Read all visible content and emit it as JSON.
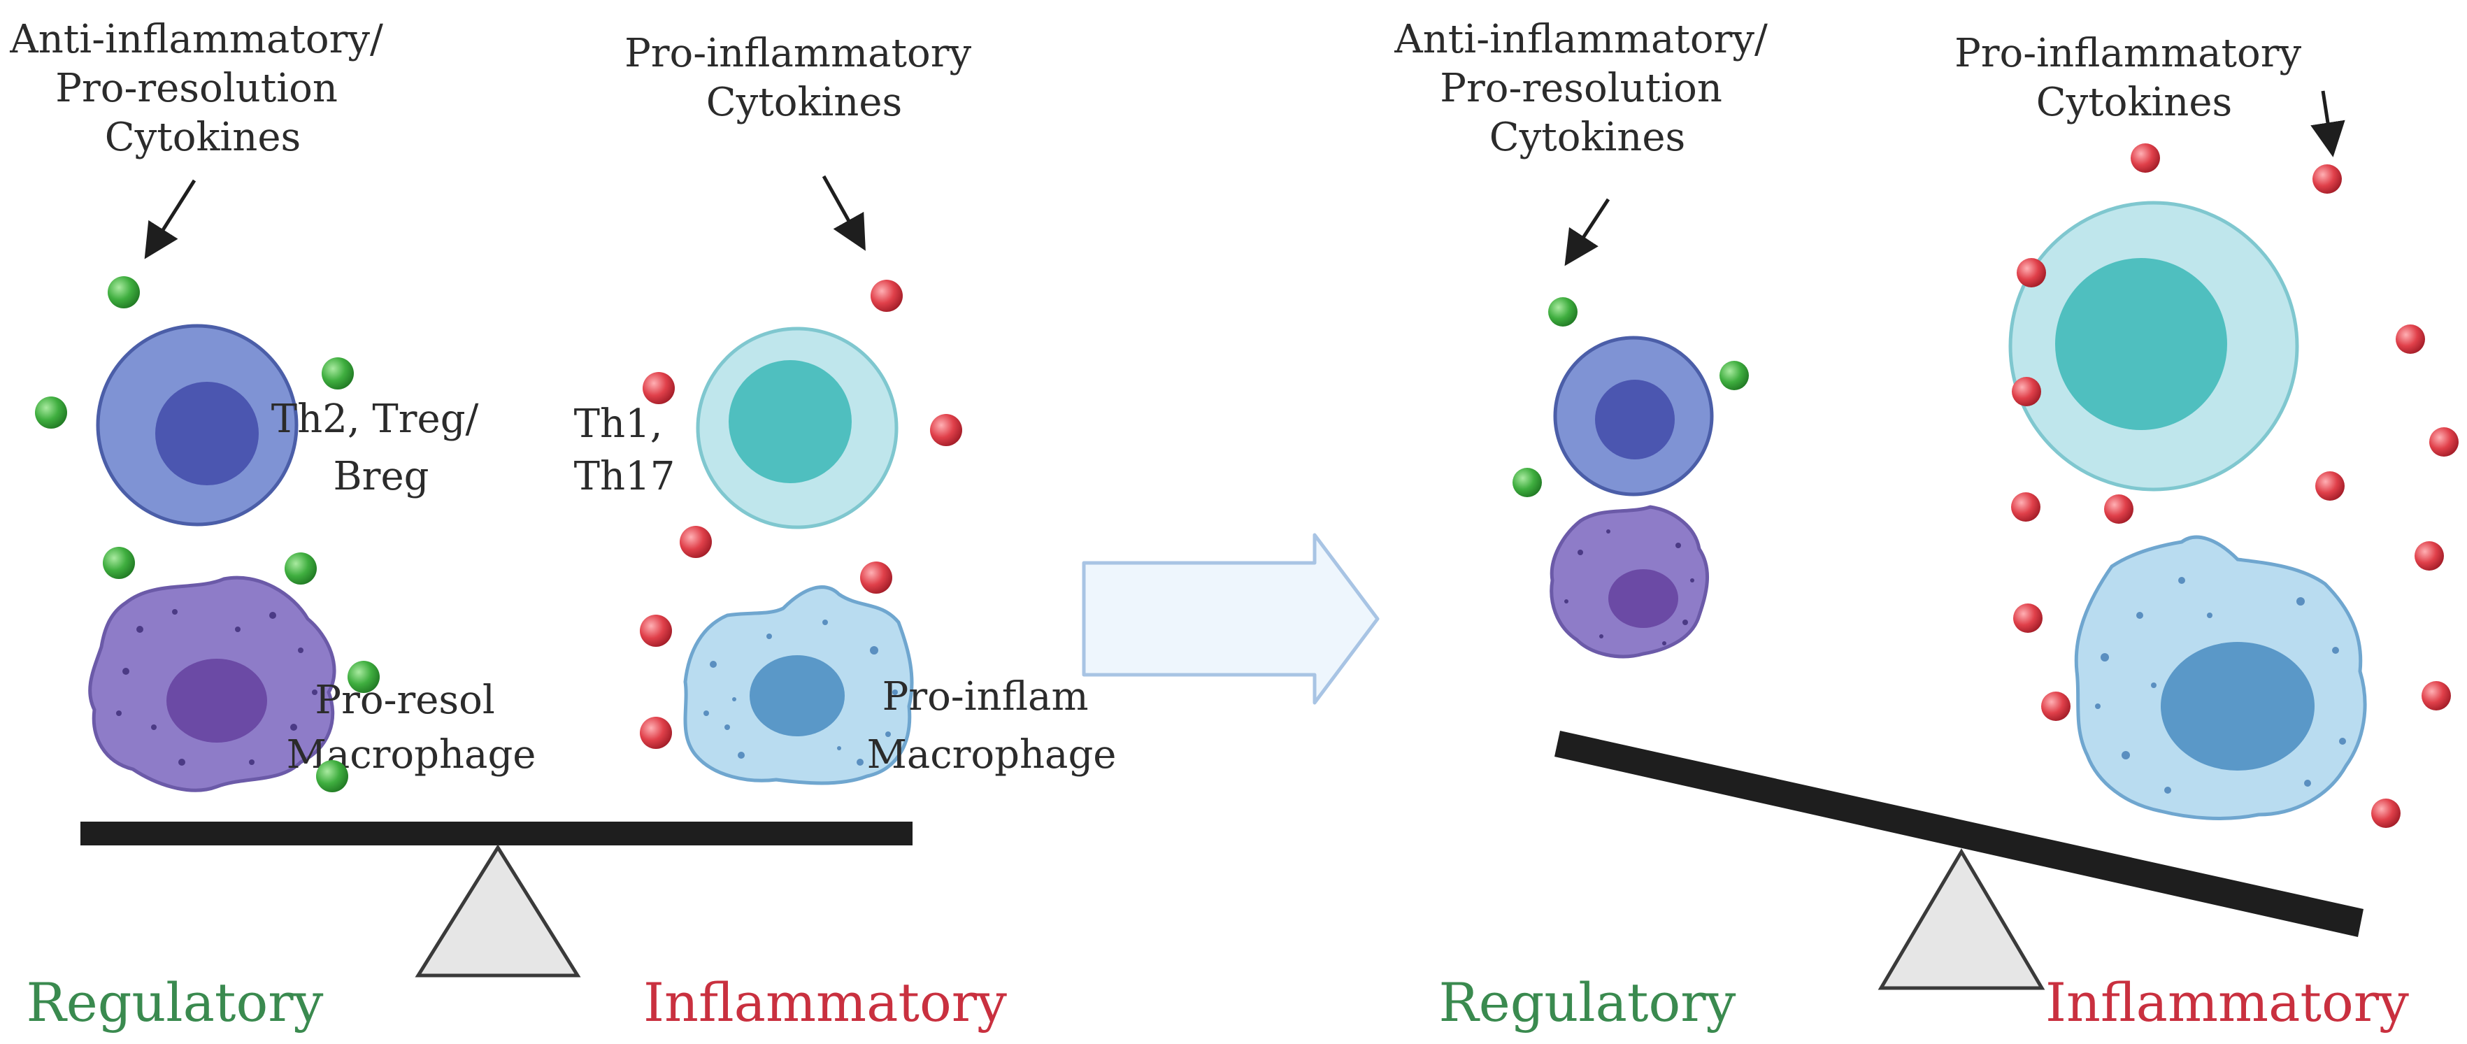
{
  "left_panel": {
    "anti_label": [
      "Anti-inflammatory/",
      "Pro-resolution",
      "Cytokines"
    ],
    "pro_label": [
      "Pro-inflammatory",
      "Cytokines"
    ],
    "th2_label": [
      "Th2, Treg/",
      "Breg"
    ],
    "th1_label": [
      "Th1,",
      "Th17"
    ],
    "proresol_label": [
      "Pro-resol",
      "Macrophage"
    ],
    "proinflam_label": [
      "Pro-inflam",
      "Macrophage"
    ],
    "regulatory": "Regulatory",
    "inflammatory": "Inflammatory"
  },
  "right_panel": {
    "anti_label": [
      "Anti-inflammatory/",
      "Pro-resolution",
      "Cytokines"
    ],
    "pro_label": [
      "Pro-inflammatory",
      "Cytokines"
    ],
    "regulatory": "Regulatory",
    "inflammatory": "Inflammatory"
  },
  "colors": {
    "regulatory_text": "#3a8a4f",
    "inflammatory_text": "#c9303f",
    "green_cytokine": "#3fae3f",
    "red_cytokine": "#e0404a",
    "th2_cell": "#7f93d4",
    "th2_nucleus": "#4b56b0",
    "th1_cell": "#bfe6ec",
    "th1_nucleus": "#4fbfbf",
    "proresol_macrophage": "#8e7cc8",
    "proinflam_macrophage": "#b9dcf0",
    "beam": "#1e1e1e",
    "fulcrum": "#e6e6e6",
    "arrow_fill": "#eef6fd",
    "arrow_stroke": "#a8c4e4"
  }
}
